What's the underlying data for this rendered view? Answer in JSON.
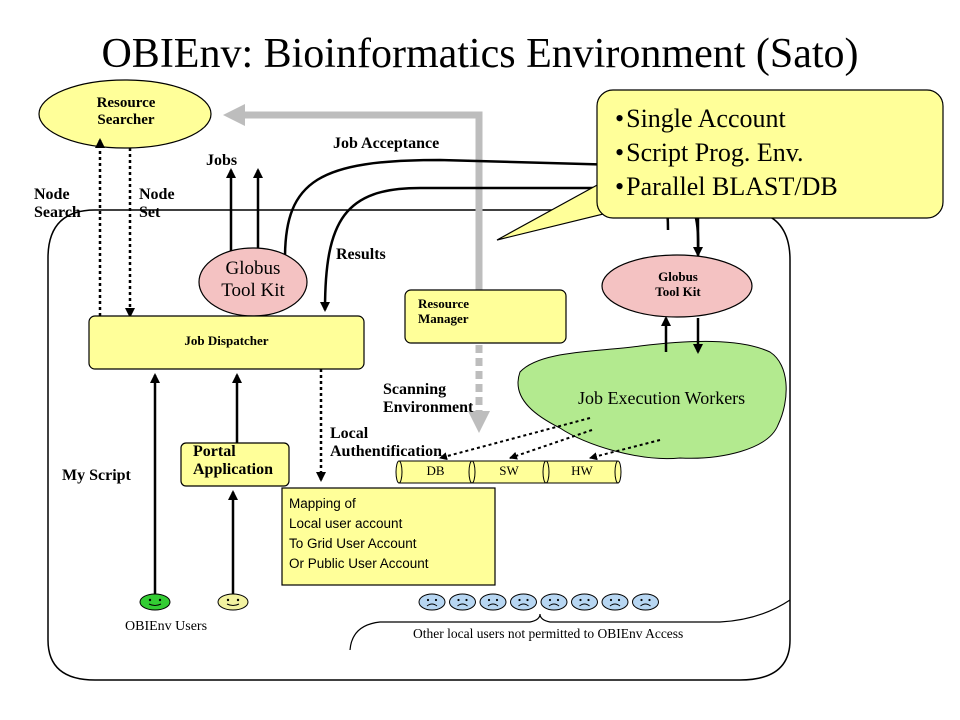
{
  "title": "OBIEnv: Bioinformatics Environment (Sato)",
  "resource_searcher": "Resource\nSearcher",
  "job_acceptance": "Job Acceptance",
  "jobs": "Jobs",
  "node_search": "Node\nSearch",
  "node_set": "Node\nSet",
  "results": "Results",
  "globus_left": "Globus\nTool Kit",
  "globus_right": "Globus\nTool Kit",
  "resource_manager": "Resource\nManager",
  "job_dispatcher": "Job Dispatcher",
  "scanning_environment": "Scanning\nEnvironment",
  "job_execution_workers": "Job  Execution Workers",
  "local_authentification": "Local\nAuthentification",
  "portal_application": "Portal\nApplication",
  "my_script": "My Script",
  "resources": {
    "db": "DB",
    "sw": "SW",
    "hw": "HW"
  },
  "mapping": "Mapping of\nLocal user account\nTo Grid User Account\nOr Public User Account",
  "obienv_users": "OBIEnv Users",
  "other_users": "Other local users not permitted to OBIEnv Access",
  "callout_items": [
    "Single Account",
    "Script Prog. Env.",
    "Parallel BLAST/DB"
  ],
  "colors": {
    "yellow_box": "#ffff99",
    "pink_ellipse": "#f4c2c2",
    "green_cloud": "#b3ea8f",
    "gray_arrow": "#bdbdbd",
    "green_face": "#33cc33",
    "yellow_face": "#f2f2a0",
    "sad_face": "#b7d6f2"
  }
}
